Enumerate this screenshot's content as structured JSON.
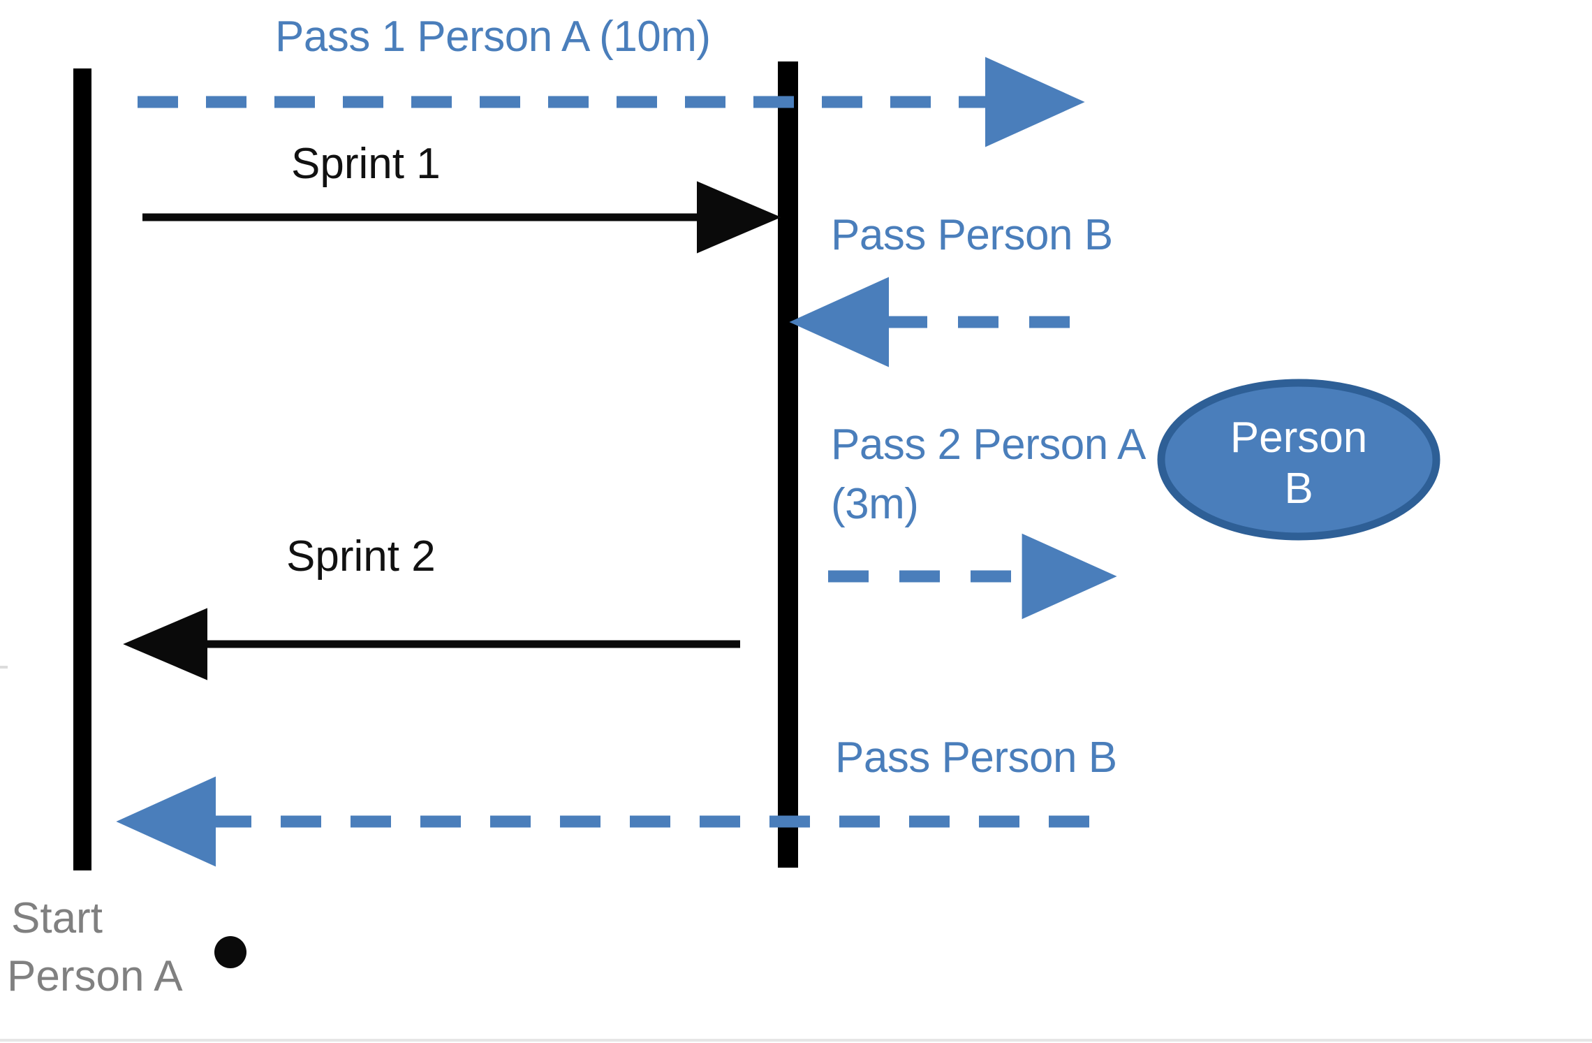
{
  "diagram": {
    "type": "drill-diagram",
    "title_text": "Pass 1 Person A (10m)",
    "background_color": "#ffffff",
    "accent_blue": "#4a7ebb",
    "accent_blue_dark": "#2e5f96",
    "black": "#000000",
    "gray_text": "#808080",
    "labels": {
      "pass1_person_a": "Pass 1 Person A (10m)",
      "sprint1": "Sprint 1",
      "pass_person_b_top": "Pass Person B",
      "pass2_person_a_line1": "Pass 2 Person A",
      "pass2_person_a_line2": "(3m)",
      "sprint2": "Sprint 2",
      "pass_person_b_bottom": "Pass Person B",
      "start_person_a_line1": "Start",
      "start_person_a_line2": "Person A",
      "person_b_ellipse": "Person\nB"
    },
    "markers": {
      "left_post": "vertical-black-bar-left",
      "right_post": "vertical-black-bar-right",
      "start_dot": "start-position-dot",
      "person_b_shape": "ellipse"
    },
    "flows": [
      {
        "id": "pass-1-person-a",
        "label": "Pass 1 Person A (10m)",
        "style": "dashed",
        "color": "#4a7ebb",
        "direction": "right",
        "distance": "10m"
      },
      {
        "id": "sprint-1",
        "label": "Sprint 1",
        "style": "solid",
        "color": "#000000",
        "direction": "right"
      },
      {
        "id": "pass-person-b-top",
        "label": "Pass Person B",
        "style": "dashed",
        "color": "#4a7ebb",
        "direction": "left"
      },
      {
        "id": "pass-2-person-a",
        "label": "Pass 2 Person A (3m)",
        "style": "dashed",
        "color": "#4a7ebb",
        "direction": "right",
        "distance": "3m"
      },
      {
        "id": "sprint-2",
        "label": "Sprint 2",
        "style": "solid",
        "color": "#000000",
        "direction": "left"
      },
      {
        "id": "pass-person-b-bottom",
        "label": "Pass Person B",
        "style": "dashed",
        "color": "#4a7ebb",
        "direction": "left"
      }
    ]
  }
}
